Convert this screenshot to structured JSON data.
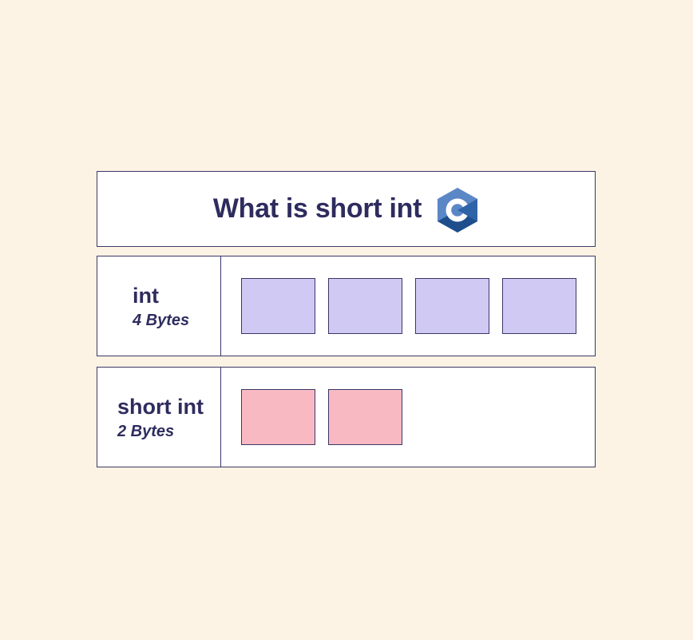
{
  "title": "What is short int",
  "logo_icon": "c-language-logo-icon",
  "rows": [
    {
      "type_name": "int",
      "size_label": "4 Bytes",
      "byte_count": 4,
      "box_color": "#cfc9f4"
    },
    {
      "type_name": "short int",
      "size_label": "2 Bytes",
      "byte_count": 2,
      "box_color": "#f8b9c3"
    }
  ],
  "colors": {
    "background": "#fdf3e4",
    "text": "#2e2c5e",
    "border": "#3a3866"
  }
}
